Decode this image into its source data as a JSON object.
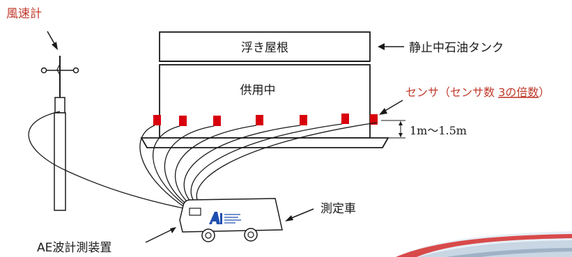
{
  "labels": {
    "anemometer": "風速計",
    "floating_roof": "浮き屋根",
    "tank": "静止中石油タンク",
    "in_service": "供用中",
    "sensor_prefix": "センサ（センサ数 ",
    "sensor_underlined": "3の倍数",
    "sensor_suffix": "）",
    "height": "1m〜1.5m",
    "vehicle": "測定車",
    "ae_device": "AE波計測装置"
  },
  "colors": {
    "red_text": "#c0392b",
    "sensor_fill": "#d8000c",
    "line": "#1a1a1a",
    "logo_blue": "#1f4fb0"
  },
  "sensor_count": 7
}
